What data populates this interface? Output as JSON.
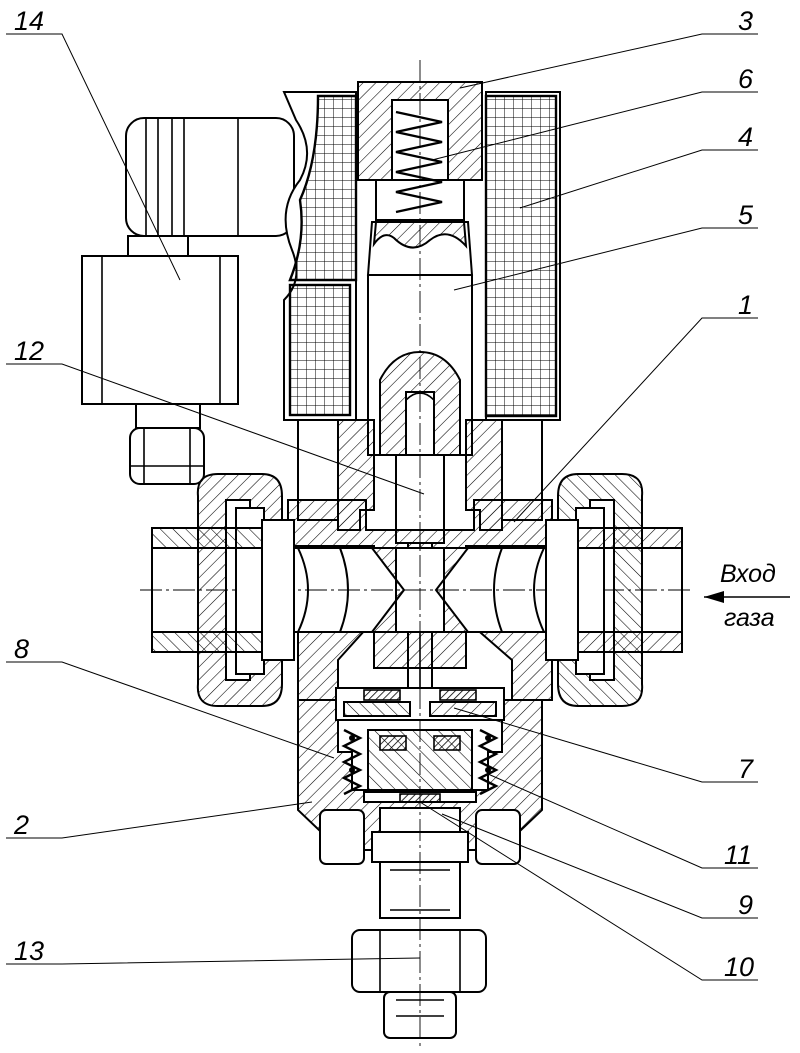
{
  "callouts": [
    {
      "id": "c14",
      "text": "14"
    },
    {
      "id": "c3",
      "text": "3"
    },
    {
      "id": "c6",
      "text": "6"
    },
    {
      "id": "c4",
      "text": "4"
    },
    {
      "id": "c5",
      "text": "5"
    },
    {
      "id": "c12",
      "text": "12"
    },
    {
      "id": "c1",
      "text": "1"
    },
    {
      "id": "c8",
      "text": "8"
    },
    {
      "id": "c7",
      "text": "7"
    },
    {
      "id": "c2",
      "text": "2"
    },
    {
      "id": "c11",
      "text": "11"
    },
    {
      "id": "c9",
      "text": "9"
    },
    {
      "id": "c10",
      "text": "10"
    },
    {
      "id": "c13",
      "text": "13"
    }
  ],
  "inlet_note": {
    "line1": "Вход",
    "line2": "газа"
  },
  "colors": {
    "line": "#000000",
    "background": "#ffffff"
  }
}
